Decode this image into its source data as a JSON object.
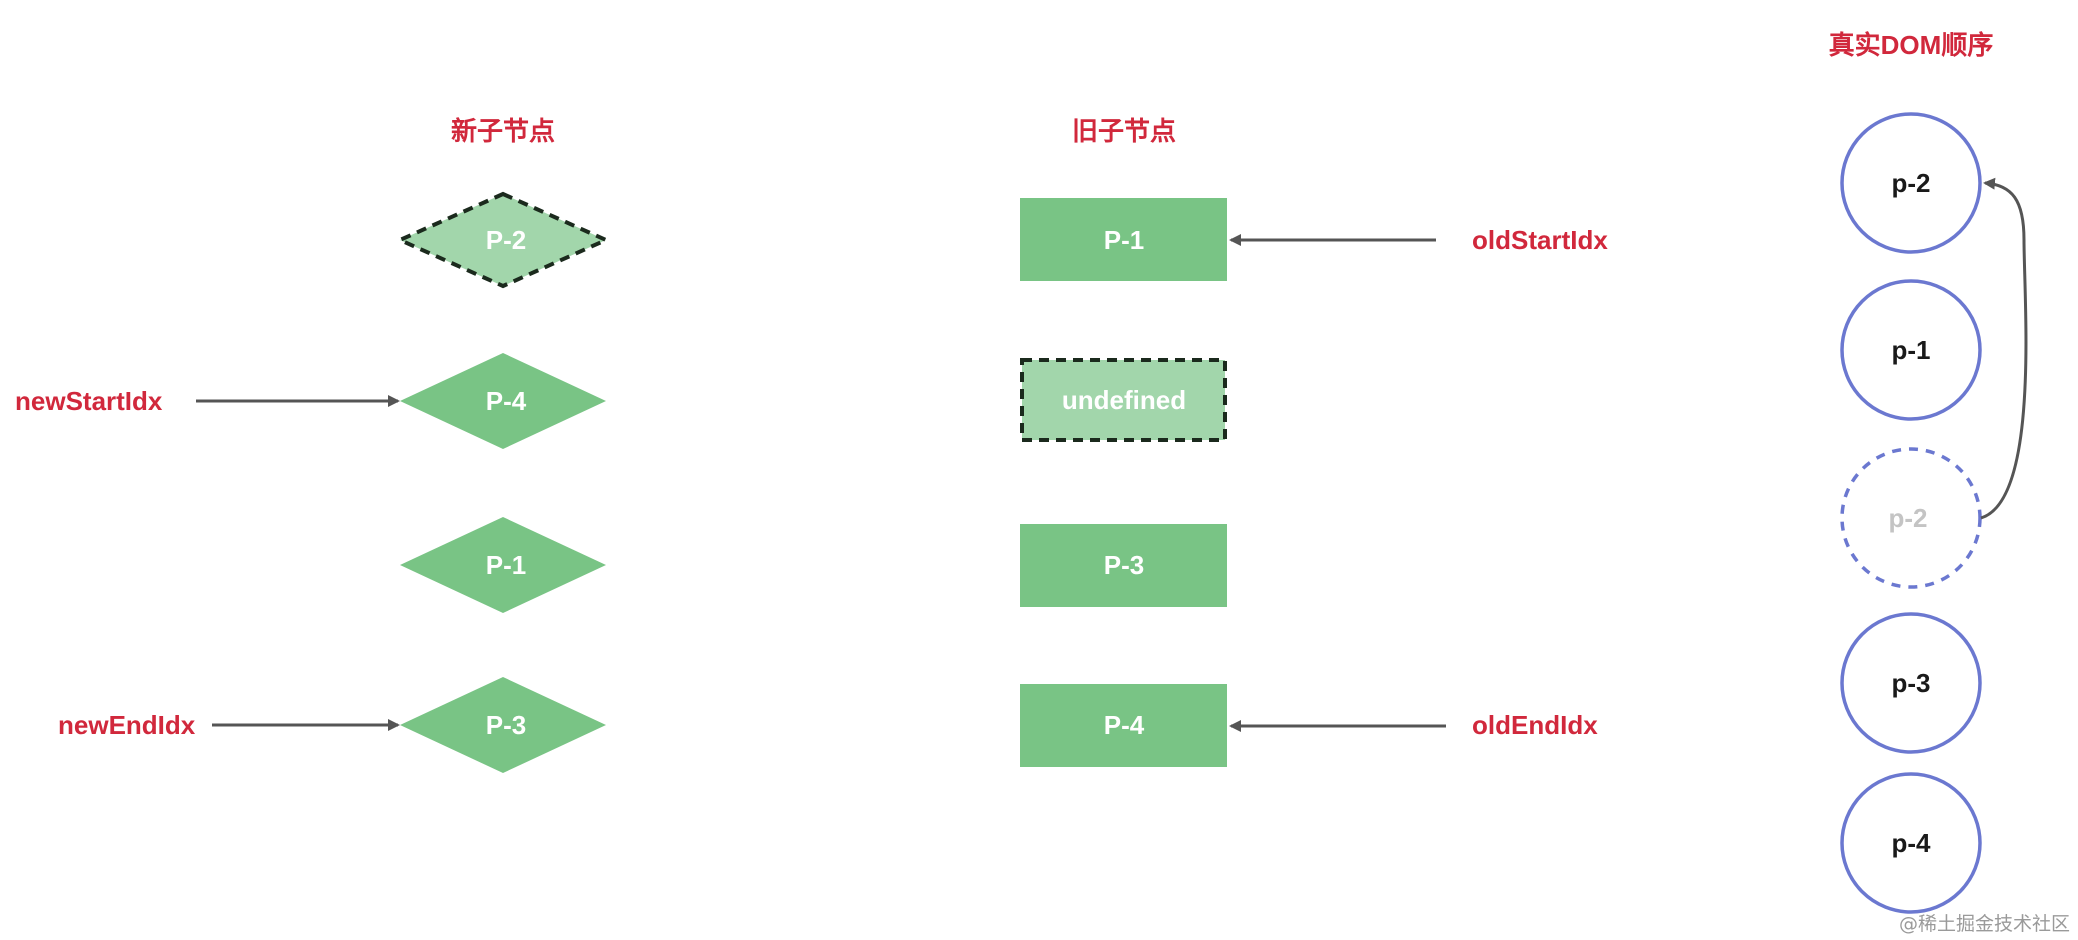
{
  "columns": {
    "new_children": "新子节点",
    "old_children": "旧子节点",
    "real_dom_order": "真实DOM顺序"
  },
  "new_nodes": [
    {
      "label": "P-2",
      "state": "dashed"
    },
    {
      "label": "P-4",
      "state": "solid"
    },
    {
      "label": "P-1",
      "state": "solid"
    },
    {
      "label": "P-3",
      "state": "solid"
    }
  ],
  "old_nodes": [
    {
      "label": "P-1",
      "state": "solid"
    },
    {
      "label": "undefined",
      "state": "dashed"
    },
    {
      "label": "P-3",
      "state": "solid"
    },
    {
      "label": "P-4",
      "state": "solid"
    }
  ],
  "dom_nodes": [
    {
      "label": "p-2",
      "state": "solid"
    },
    {
      "label": "p-1",
      "state": "solid"
    },
    {
      "label": "p-2",
      "state": "ghost"
    },
    {
      "label": "p-3",
      "state": "solid"
    },
    {
      "label": "p-4",
      "state": "solid"
    }
  ],
  "pointers": {
    "new_start": "newStartIdx",
    "new_end": "newEndIdx",
    "old_start": "oldStartIdx",
    "old_end": "oldEndIdx"
  },
  "watermark": "@稀土掘金技术社区",
  "colors": {
    "accent_red": "#d1283c",
    "node_green": "#79c485",
    "node_green_light": "#a2d6ab",
    "circle_blue": "#6b78d0",
    "arrow_gray": "#555555"
  }
}
